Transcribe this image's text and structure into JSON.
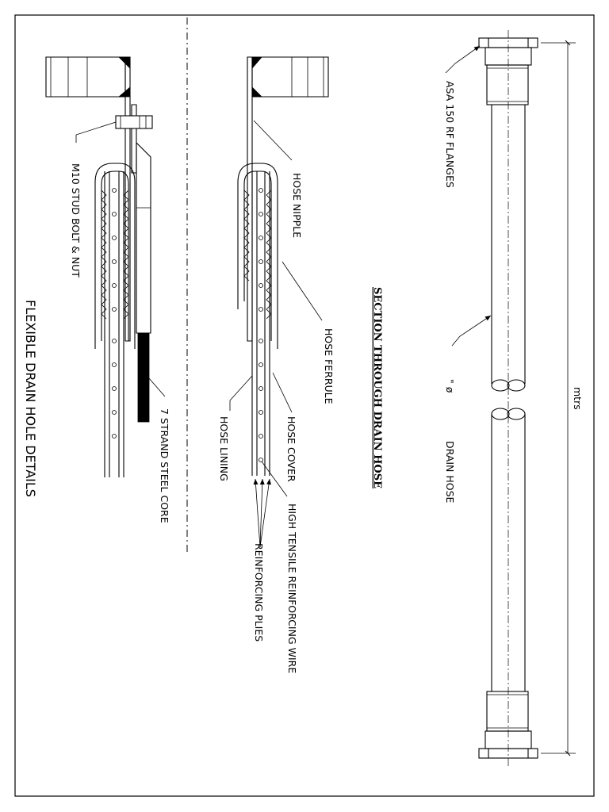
{
  "labels": {
    "stud_bolt": "M10 STUD BOLT & NUT",
    "strand_core": "7 STRAND STEEL CORE",
    "detail_title": "FLEXIBLE DRAIN HOLE DETAILS",
    "hose_nipple": "HOSE NIPPLE",
    "hose_ferrule": "HOSE FERRULE",
    "hose_lining": "HOSE LINING",
    "hose_cover": "HOSE COVER",
    "hi_tensile_wire": "HIGH TENSILE REINFORCING WIRE",
    "reinforcing_plies": "REINFORCING PLIES",
    "section_title": "SECTION THROUGH DRAIN HOSE",
    "flanges": "ASA 150 RF FLANGES",
    "diameter_mark": "\" ø",
    "drain_hose": "DRAIN HOSE",
    "length_unit": "mtrs"
  },
  "icons": {
    "arrowhead": "arrowhead-icon",
    "diameter": "diameter-icon"
  }
}
